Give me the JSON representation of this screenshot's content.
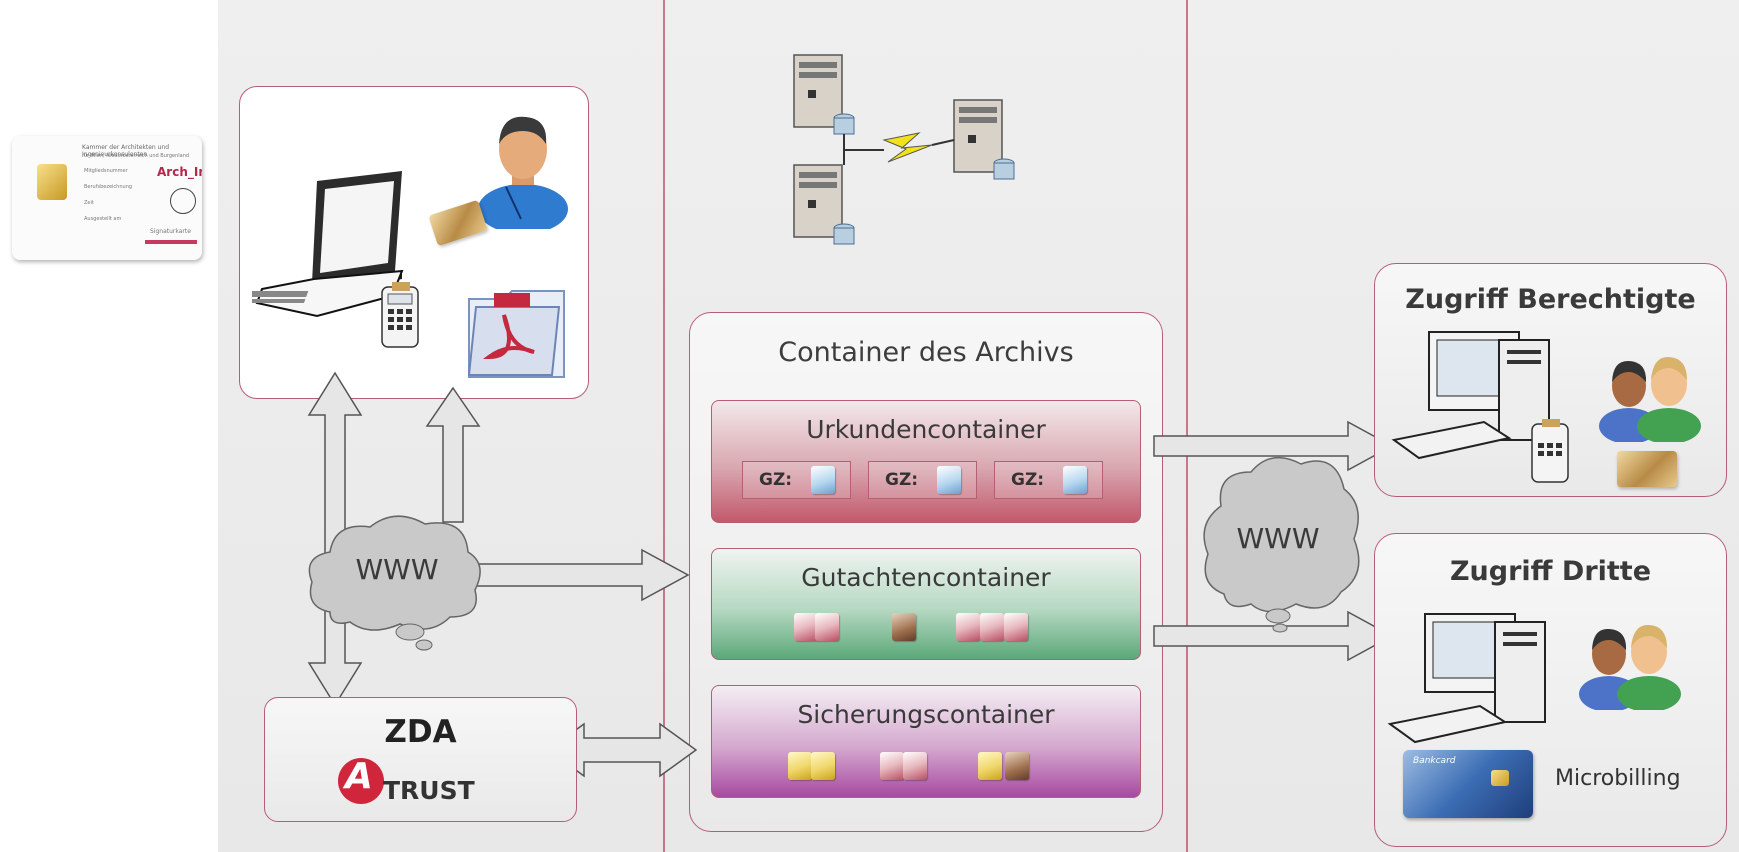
{
  "smartcard": {
    "line1": "Kammer der Architekten und Ingenieurkonsulenten",
    "line2": "für Wien, Niederösterreich und Burgenland",
    "brand": "Arch_Ing",
    "field_labels": [
      "Mitgliedsnummer",
      "Berufsbezeichnung",
      "Zeit",
      "Ausgestellt am"
    ],
    "foot": "Signaturkarte"
  },
  "archive": {
    "title": "Container des Archivs",
    "urkunden": {
      "label": "Urkundencontainer",
      "gz_labels": [
        "GZ:",
        "GZ:",
        "GZ:"
      ]
    },
    "gutachten": {
      "label": "Gutachtencontainer"
    },
    "sicherung": {
      "label": "Sicherungscontainer"
    }
  },
  "clouds": {
    "left": "WWW",
    "right": "WWW"
  },
  "zda": {
    "title": "ZDA",
    "brand_letter": "A",
    "brand_text": "TRUST"
  },
  "access": {
    "authorized_title": "Zugriff Berechtigte",
    "third_title": "Zugriff Dritte",
    "microbilling": "Microbilling",
    "bankcard": "Bankcard"
  },
  "colors": {
    "border": "#b65e76",
    "urkunden": "#c2596c",
    "gutachten": "#5ba879",
    "sicherung": "#a74aa0"
  },
  "icons": [
    "laptop-icon",
    "user-icon",
    "card-reader-icon",
    "pdf-folder-icon",
    "server-icon",
    "computer-icon",
    "users-icon",
    "credit-card-icon"
  ]
}
